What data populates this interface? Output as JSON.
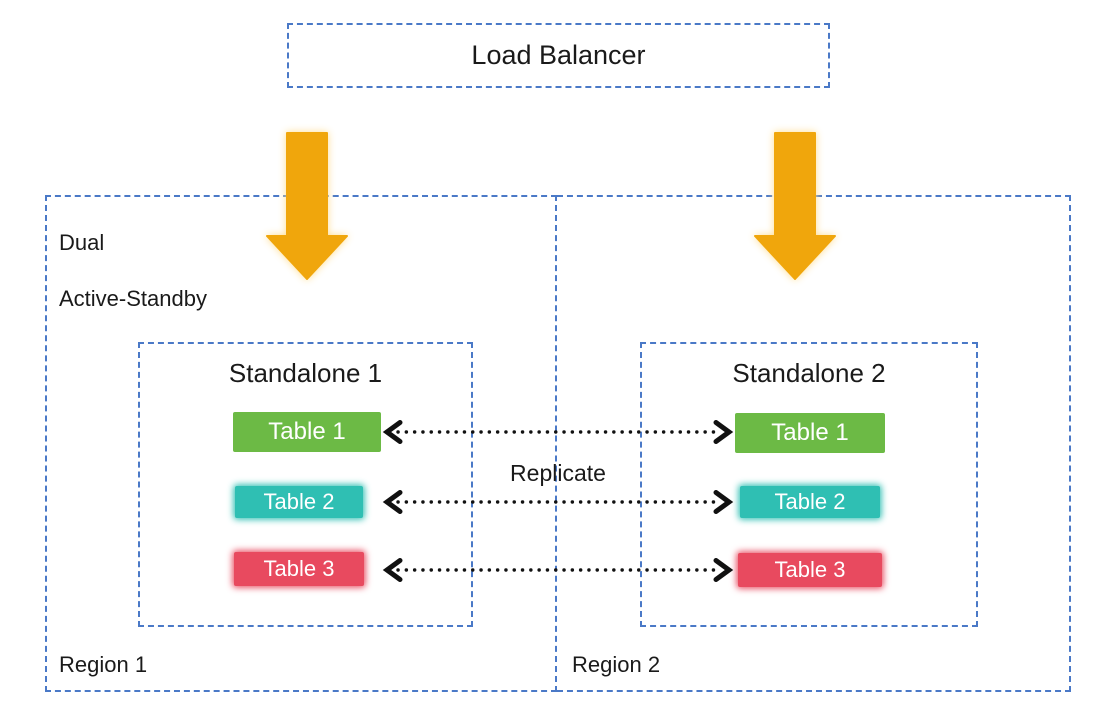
{
  "diagram": {
    "load_balancer_label": "Load Balancer",
    "replicate_label": "Replicate",
    "annotation": {
      "line1": "Dual",
      "line2": "Active-Standby"
    },
    "regions": [
      {
        "label": "Region 1",
        "standalone": {
          "title": "Standalone 1",
          "tables": [
            {
              "label": "Table 1"
            },
            {
              "label": "Table 2"
            },
            {
              "label": "Table 3"
            }
          ]
        }
      },
      {
        "label": "Region 2",
        "standalone": {
          "title": "Standalone 2",
          "tables": [
            {
              "label": "Table 1"
            },
            {
              "label": "Table 2"
            },
            {
              "label": "Table 3"
            }
          ]
        }
      }
    ]
  },
  "colors": {
    "border_blue": "#4a79c7",
    "arrow_orange": "#f0a60c",
    "arrow_glow": "#ffdd8f",
    "table_green": "#6cba45",
    "table_teal": "#2fbfb3",
    "table_red": "#e84a5f",
    "table_text": "#ffffff",
    "connector_black": "#111111",
    "text_black": "#1a1a1a"
  }
}
